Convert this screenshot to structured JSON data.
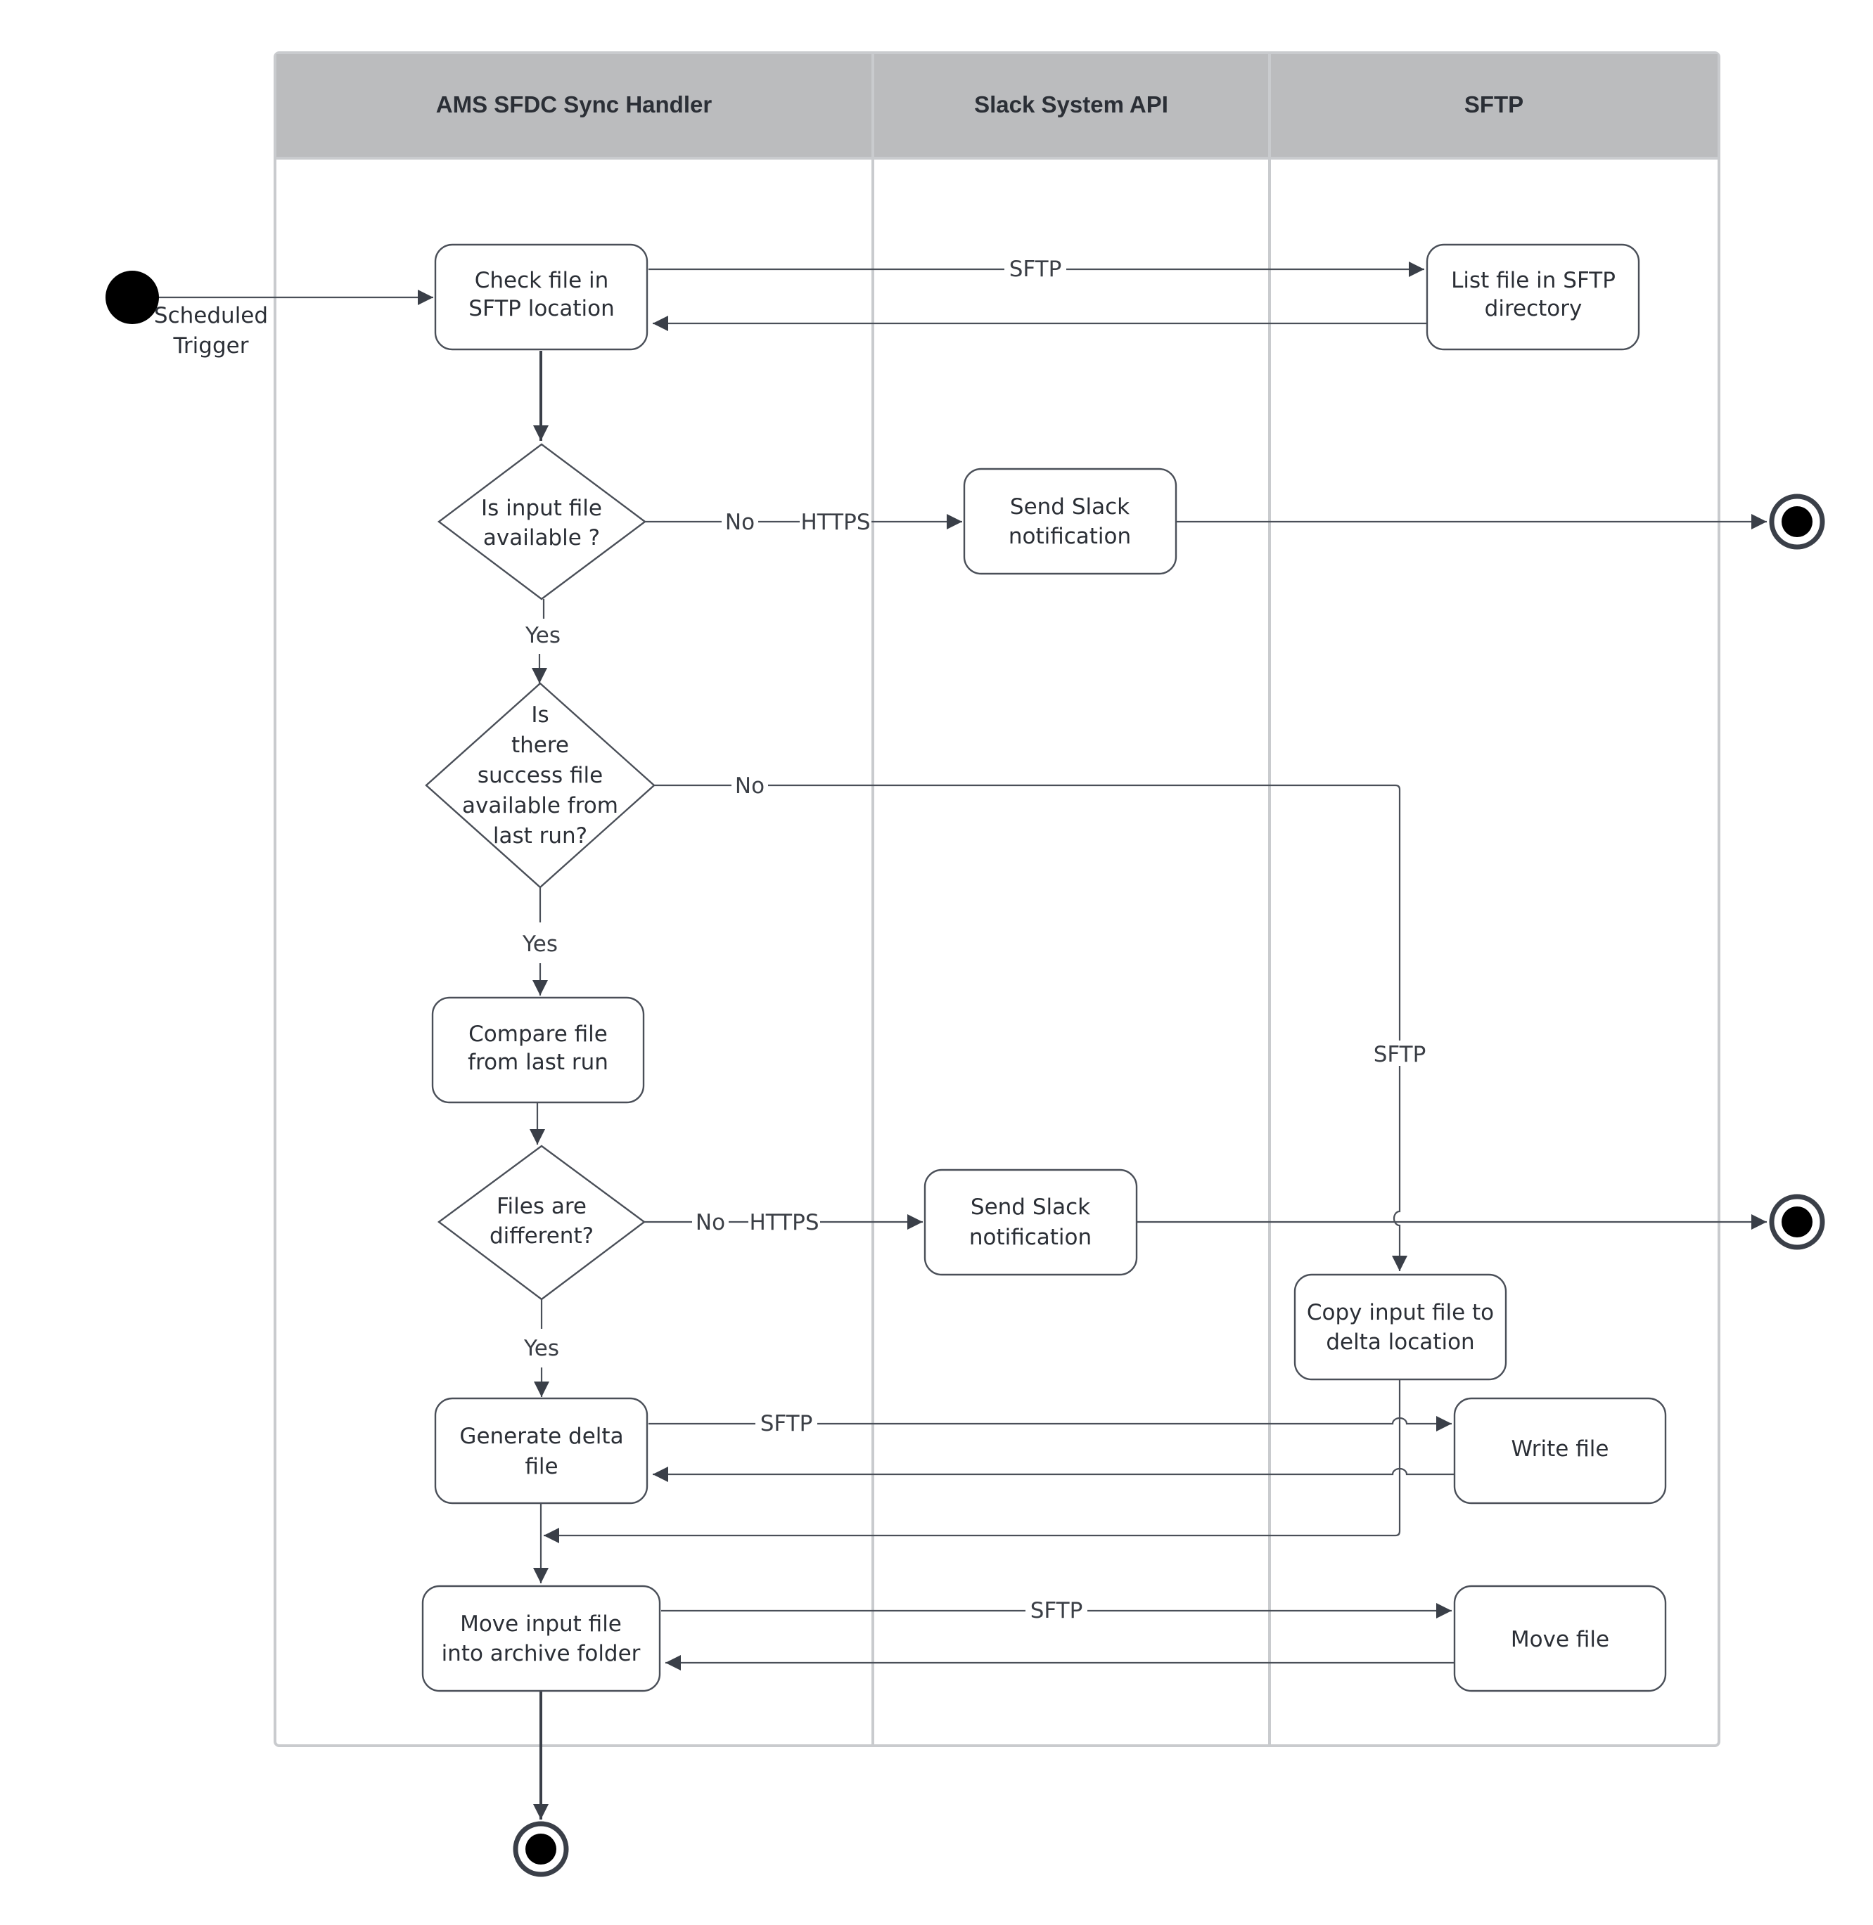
{
  "lanes": [
    {
      "title": "AMS SFDC Sync Handler"
    },
    {
      "title": "Slack System API"
    },
    {
      "title": "SFTP"
    }
  ],
  "start": {
    "label_line1": "Scheduled",
    "label_line2": "Trigger"
  },
  "nodes": {
    "check_file": {
      "line1": "Check file in",
      "line2": "SFTP location"
    },
    "list_file": {
      "line1": "List file in SFTP",
      "line2": "directory"
    },
    "is_input_available": {
      "line1": "Is input file",
      "line2": "available ?"
    },
    "send_slack_1": {
      "line1": "Send Slack",
      "line2": "notification"
    },
    "is_success_file": {
      "line1": "Is",
      "line2": "there",
      "line3": "success file",
      "line4": "available from",
      "line5": "last run?"
    },
    "compare_file": {
      "line1": "Compare file",
      "line2": "from last run"
    },
    "files_different": {
      "line1": "Files are",
      "line2": "different?"
    },
    "send_slack_2": {
      "line1": "Send Slack",
      "line2": "notification"
    },
    "copy_input": {
      "line1": "Copy input file to",
      "line2": "delta location"
    },
    "generate_delta": {
      "line1": "Generate delta",
      "line2": "file"
    },
    "write_file": {
      "line1": "Write file"
    },
    "move_input": {
      "line1": "Move input  file",
      "line2": "into archive folder"
    },
    "move_file": {
      "line1": "Move file"
    }
  },
  "edge_labels": {
    "sftp_check": "SFTP",
    "no_1": "No",
    "https_1": "HTTPS",
    "yes_1": "Yes",
    "no_2": "No",
    "sftp_copy": "SFTP",
    "yes_2": "Yes",
    "no_3": "No",
    "https_2": "HTTPS",
    "yes_3": "Yes",
    "sftp_write": "SFTP",
    "sftp_move": "SFTP"
  }
}
